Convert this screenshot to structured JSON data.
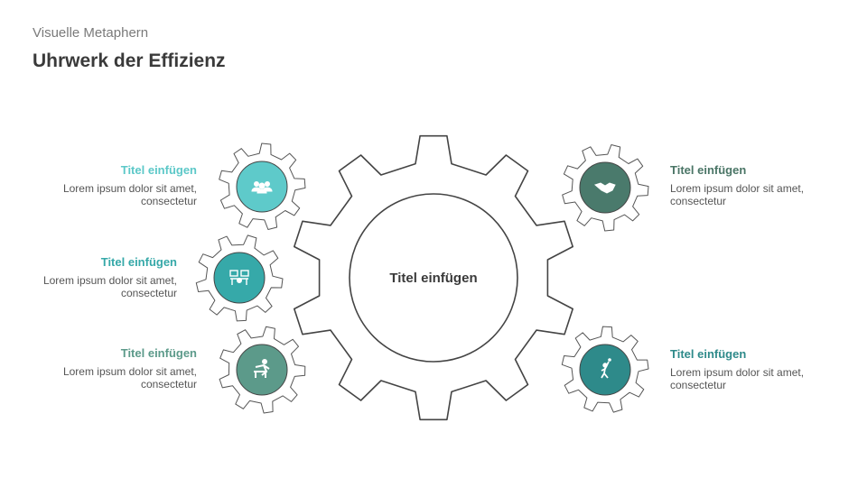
{
  "header": {
    "subtitle": "Visuelle Metaphern",
    "title": "Uhrwerk der Effizienz"
  },
  "center": {
    "title": "Titel einfügen"
  },
  "items": [
    {
      "title": "Titel einfügen",
      "text": "Lorem ipsum dolor sit amet, consectetur",
      "icon": "team-icon",
      "color": "#5ecaca"
    },
    {
      "title": "Titel einfügen",
      "text": "Lorem ipsum dolor sit amet, consectetur",
      "icon": "workstation-icon",
      "color": "#36a9a9"
    },
    {
      "title": "Titel einfügen",
      "text": "Lorem ipsum dolor sit amet, consectetur",
      "icon": "hurdle-runner-icon",
      "color": "#5c9a8a"
    },
    {
      "title": "Titel einfügen",
      "text": "Lorem ipsum dolor sit amet, consectetur",
      "icon": "handshake-icon",
      "color": "#4a7a6c"
    },
    {
      "title": "Titel einfügen",
      "text": "Lorem ipsum dolor sit amet, consectetur",
      "icon": "athlete-icon",
      "color": "#2e8a8a"
    }
  ]
}
